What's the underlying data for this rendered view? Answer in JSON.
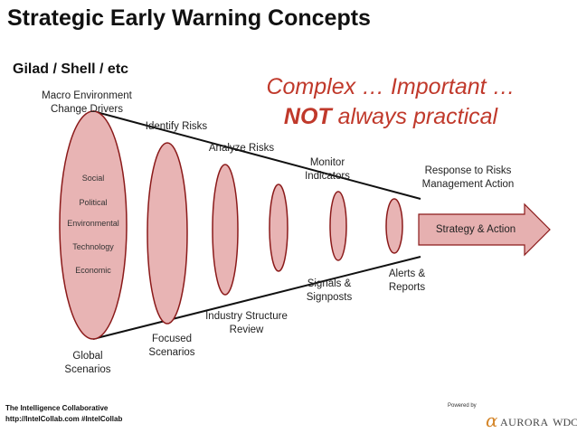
{
  "title": "Strategic Early Warning Concepts",
  "subtitle": "Gilad / Shell / etc",
  "callout": {
    "line1": "Complex … Important …",
    "not": "NOT",
    "rest": " always practical"
  },
  "labels": {
    "macro_line1": "Macro Environment",
    "macro_line2": "Change Drivers",
    "identify_risks": "Identify Risks",
    "analyze_risks": "Analyze Risks",
    "monitor_line1": "Monitor",
    "monitor_line2": "Indicators",
    "response_line1": "Response to Risks",
    "response_line2": "Management Action",
    "strategy_action": "Strategy & Action",
    "alerts_line1": "Alerts &",
    "alerts_line2": "Reports",
    "signals_line1": "Signals &",
    "signals_line2": "Signposts",
    "industry_line1": "Industry Structure",
    "industry_line2": "Review",
    "focused_line1": "Focused",
    "focused_line2": "Scenarios",
    "global_line1": "Global",
    "global_line2": "Scenarios"
  },
  "drivers": [
    "Social",
    "Political",
    "Environmental",
    "Technology",
    "Economic"
  ],
  "footer": {
    "line1": "The Intelligence Collaborative",
    "line2": "http://IntelCollab.com #IntelCollab"
  },
  "powered_by": "Powered by",
  "brand": {
    "symbol": "α",
    "name1": "AURORA",
    "name2": "WDC"
  },
  "colors": {
    "ellipse_fill": "#e8b4b4",
    "ellipse_stroke": "#8b1a1a",
    "arrow_fill": "#e6b0b0",
    "callout": "#c0392b"
  }
}
